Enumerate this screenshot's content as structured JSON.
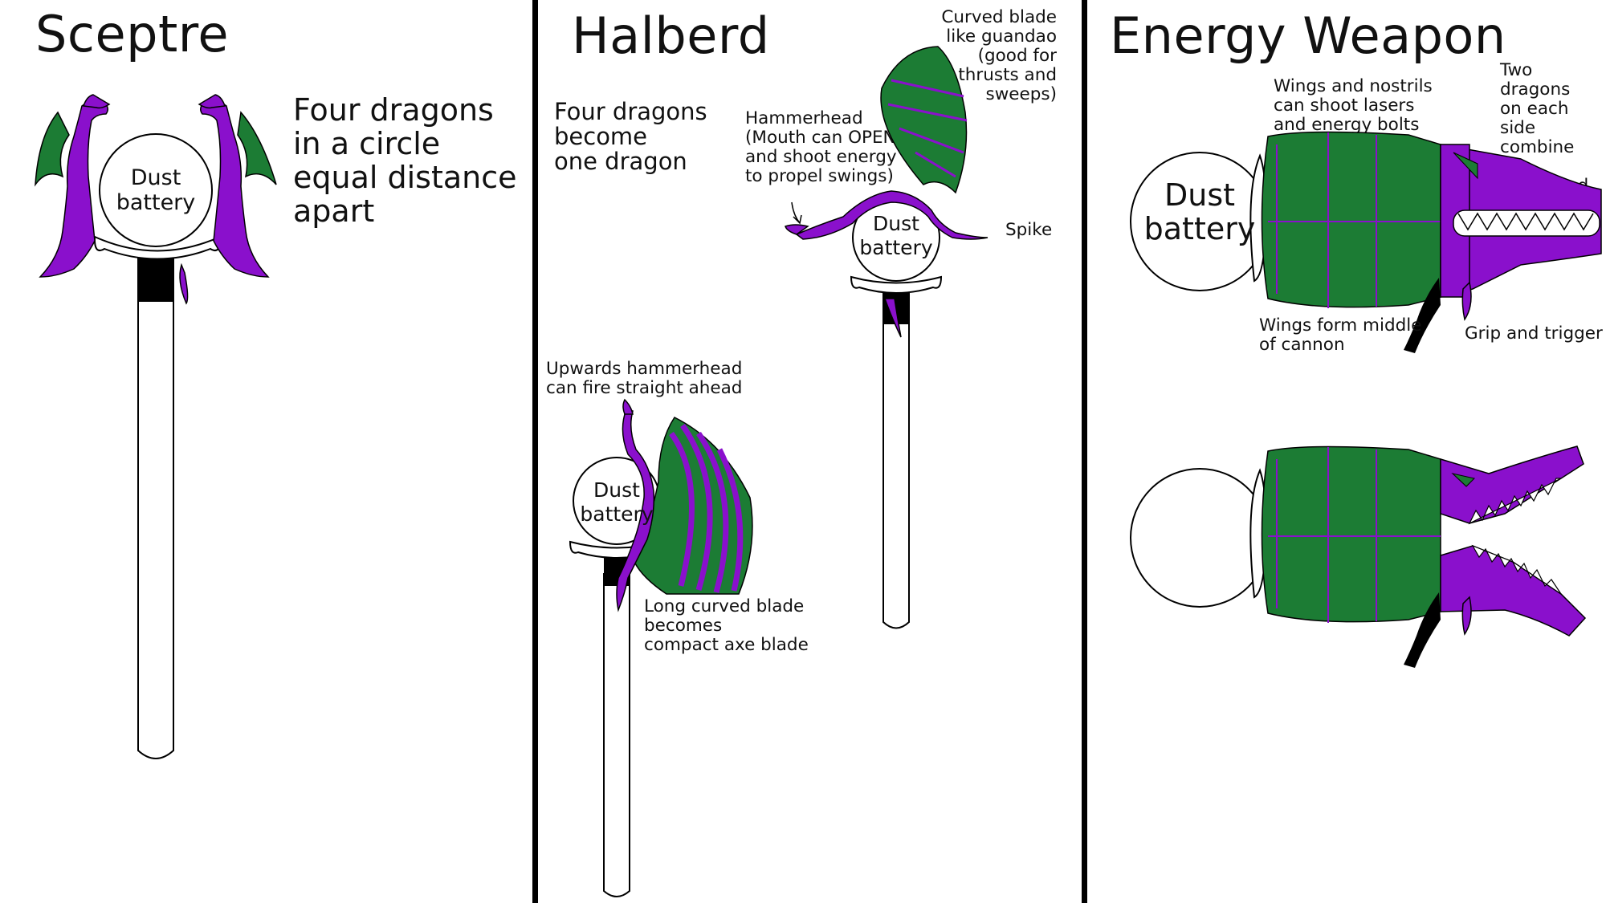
{
  "colors": {
    "purple": "#8a10cc",
    "green": "#1c7c34",
    "outline": "#000000",
    "background": "#ffffff"
  },
  "panels": {
    "sceptre": {
      "title": "Sceptre",
      "battery_label": "Dust\nbattery",
      "note": "Four dragons\nin a circle\nequal distance\napart"
    },
    "halberd": {
      "title": "Halberd",
      "note_dragons": "Four dragons\nbecome\none dragon",
      "note_blade": "Curved blade\nlike guandao\n(good for\nthrusts and\nsweeps)",
      "note_hammerhead": "Hammerhead\n(Mouth can OPEN\nand shoot energy\nto propel swings)",
      "note_spike": "Spike",
      "battery_label_top": "Dust\nbattery",
      "note_upwards": "Upwards hammerhead\ncan fire straight ahead",
      "battery_label_bottom": "Dust\nbattery",
      "note_axe": "Long curved blade\nbecomes\ncompact axe blade"
    },
    "energy_weapon": {
      "title": "Energy Weapon",
      "note_lasers": "Wings and nostrils\ncan shoot lasers\nand energy bolts",
      "note_jaws": "Two dragons\non each side\ncombine into\nupper and\nlower jaws",
      "battery_label": "Dust\nbattery",
      "note_wings": "Wings form middle\nof cannon",
      "note_grip": "Grip and trigger"
    }
  }
}
